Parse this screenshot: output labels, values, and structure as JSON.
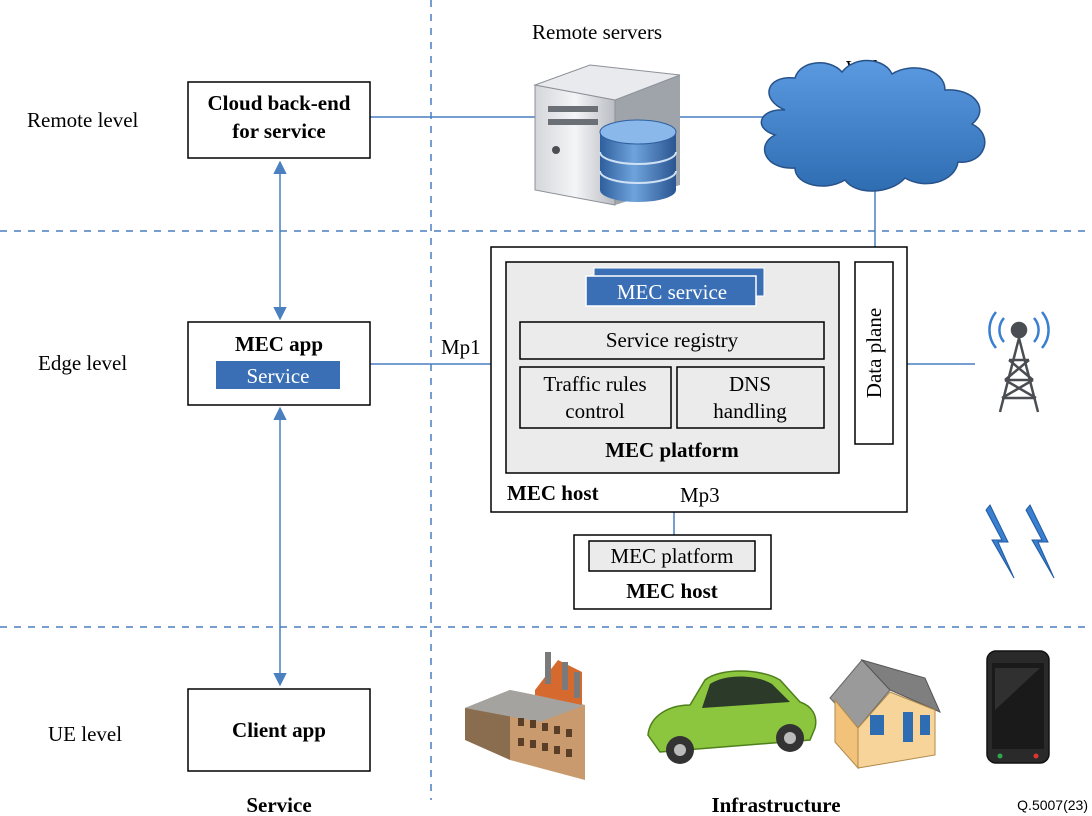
{
  "levels": {
    "remote": "Remote level",
    "edge": "Edge level",
    "ue": "UE level"
  },
  "columns": {
    "service": "Service",
    "infrastructure": "Infrastructure"
  },
  "remote": {
    "cloud_line1": "Cloud back-end",
    "cloud_line2": "for service",
    "servers_label": "Remote servers",
    "web_label": "Web"
  },
  "edge": {
    "mec_app_title": "MEC app",
    "mec_app_service": "Service",
    "mp1": "Mp1",
    "mp3": "Mp3",
    "mec_service": "MEC service",
    "service_registry": "Service registry",
    "traffic_line1": "Traffic rules",
    "traffic_line2": "control",
    "dns_line1": "DNS",
    "dns_line2": "handling",
    "mec_platform": "MEC platform",
    "data_plane": "Data plane",
    "mec_host": "MEC host",
    "mec_host2_platform": "MEC platform",
    "mec_host2_label": "MEC host"
  },
  "ue": {
    "client_app": "Client app"
  },
  "figure_id": "Q.5007(23)",
  "colors": {
    "accent_blue": "#4a7fc0",
    "box_blue": "#3a6fb5",
    "cloud_fill": "#3e7fc4",
    "panel_gray": "#ebebeb"
  }
}
